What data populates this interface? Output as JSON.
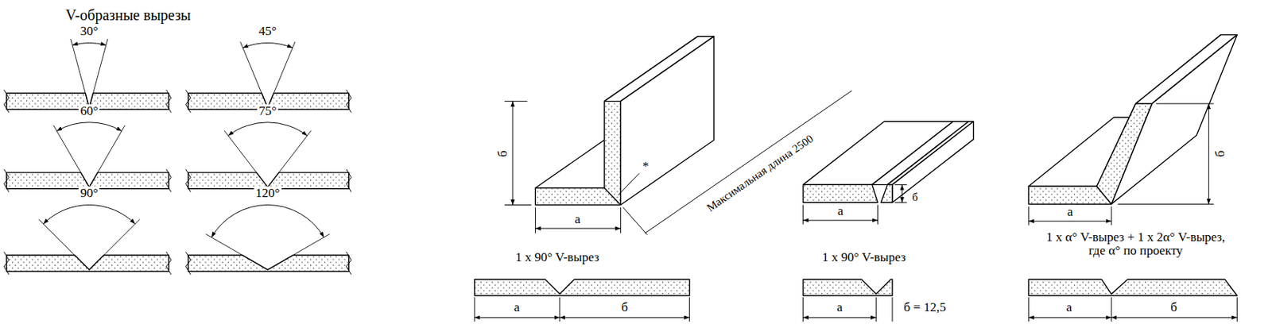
{
  "diagram": {
    "title": "V-образные вырезы",
    "labels": [
      "30°",
      "45°",
      "60°",
      "75°",
      "90°",
      "120°",
      "б",
      "а",
      "*",
      "Максимальная длина 2500",
      "1 x 90° V-вырез",
      "а",
      "б",
      "б",
      "а",
      "1 x 90° V-вырез",
      "а",
      "б = 12,5",
      "а",
      "б",
      "1 x α° V-вырез + 1 x 2α° V-вырез, где α° по проекту",
      "а",
      "б"
    ]
  }
}
